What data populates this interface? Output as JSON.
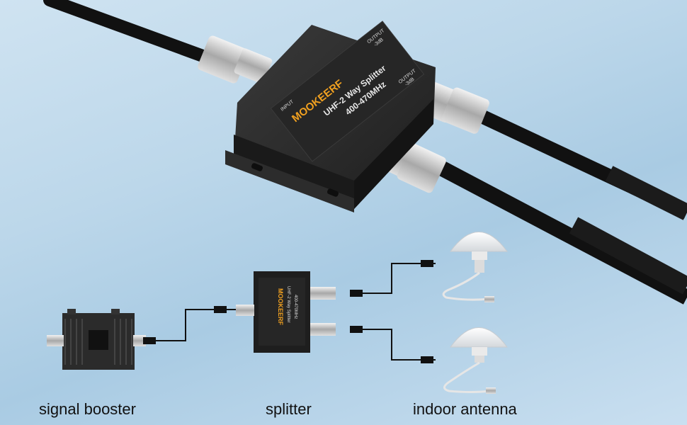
{
  "product": {
    "brand": "MOOKEERF",
    "model": "UHF-2 Way Splitter",
    "frequency": "400-470MHz",
    "port_input": "INPUT",
    "port_output": "OUTPUT",
    "port_loss": "-3dB"
  },
  "captions": {
    "signal_booster": "signal booster",
    "splitter": "splitter",
    "indoor_antenna": "indoor antenna"
  },
  "colors": {
    "background": "#bcd7ea",
    "device_body": "#2a2a2a",
    "brand_orange": "#f0a020",
    "cable": "#111111",
    "connector": "#c8c8c8"
  }
}
